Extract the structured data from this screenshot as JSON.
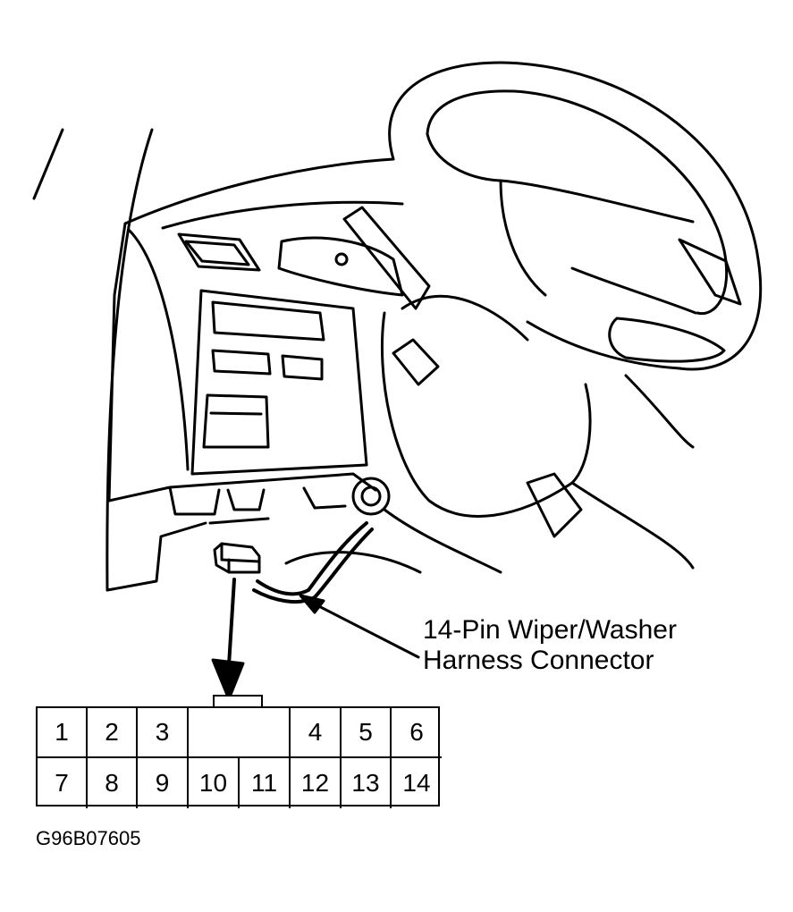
{
  "callout": {
    "line1": "14-Pin Wiper/Washer",
    "line2": "Harness Connector"
  },
  "connector": {
    "top_row": [
      "1",
      "2",
      "3",
      "",
      "4",
      "5",
      "6"
    ],
    "bottom_row": [
      "7",
      "8",
      "9",
      "10",
      "11",
      "12",
      "13",
      "14"
    ]
  },
  "figure_id": "G96B07605"
}
